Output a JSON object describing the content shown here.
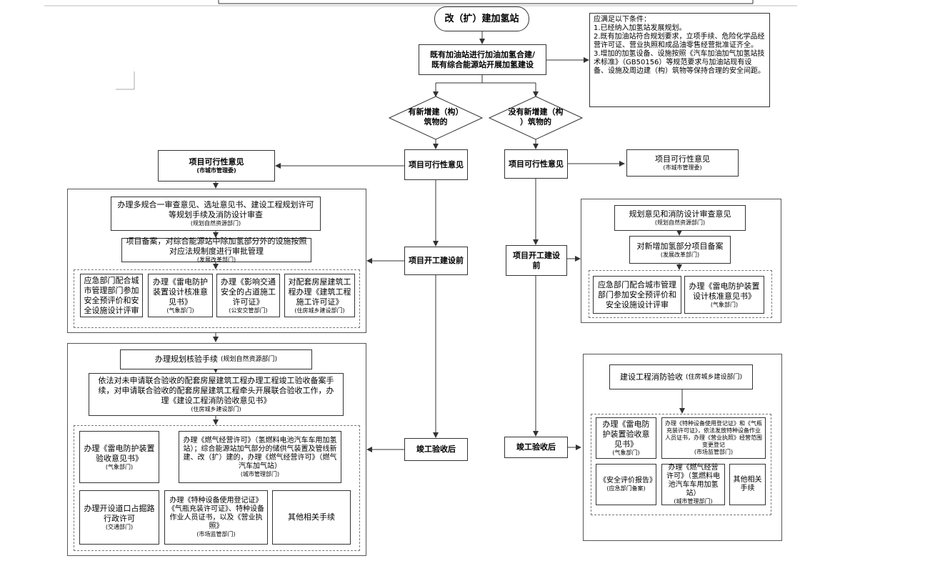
{
  "start": "改（扩）建加氢站",
  "merge_box": {
    "line1": "既有加油站进行加油加氢合建/",
    "line2": "既有综合能源站开展加氢建设"
  },
  "conditions": {
    "title": "应满足以下条件：",
    "c1": "1.已经纳入加氢站发展规划。",
    "c2": "2.既有加油站符合规划要求，立项手续、危险化学品经营许可证、营业执照和成品油零售经营批准证齐全。",
    "c3": "3.增加的加氢设备、设施按照《汽车加油加气加氢站技术标准》（GB50156）等规范要求与加油站现有设备、设施及周边建（构）筑物等保持合理的安全间距。"
  },
  "decision_left": {
    "l1": "有新增建（构）",
    "l2": "筑物的"
  },
  "decision_right": {
    "l1": "没有新增建（构",
    "l2": "）筑物的"
  },
  "left_col": {
    "feasibility": "项目可行性意见",
    "before_construction": "项目开工建设前",
    "after_completion": "竣工验收后"
  },
  "right_col": {
    "feasibility": "项目可行性意见",
    "before_construction": "项目开工建设前",
    "after_completion": "竣工验收后"
  },
  "left_feasibility_opinion": {
    "title": "项目可行性意见",
    "dept": "(市城市管理委)"
  },
  "right_feasibility_opinion": {
    "title": "项目可行性意见",
    "dept": "(市城市管理委)"
  },
  "left_pre": {
    "box1": {
      "l1": "办理多规合一审查意见、选址意见书、建设工程规划许可",
      "l2": "等规划手续及消防设计审查",
      "dept": "(规划自然资源部门)"
    },
    "box2": {
      "l1": "项目备案，对综合能源站中除加氢部分外的设施按照",
      "l2": "对应法规制度进行审批管理",
      "dept": "(发展改革部门)"
    },
    "sub1": {
      "text": "应急部门配合城市管理部门参加安全预评价和安全设施设计评审"
    },
    "sub2": {
      "text": "办理《雷电防护装置设计核准意见书》",
      "dept": "(气象部门)"
    },
    "sub3": {
      "text": "办理《影响交通安全的占道施工许可证》",
      "dept": "(公安交管部门)"
    },
    "sub4": {
      "text": "对配套房屋建筑工程办理《建筑工程施工许可证》",
      "dept": "(住房城乡建设部门)"
    }
  },
  "left_post": {
    "box1": {
      "text": "办理规划核验手续",
      "dept": "(规划自然资源部门)"
    },
    "box2": {
      "text": "依法对未申请联合验收的配套房屋建筑工程办理工程竣工验收备案手续，对申请联合验收的配套房屋建筑工程牵头开展联合验收工作，办理《建设工程消防验收意见书》",
      "dept": "(住房城乡建设部门)"
    },
    "sub1": {
      "text": "办理《雷电防护装置验收意见书》",
      "dept": "(气象部门)"
    },
    "sub2": {
      "text": "办理《燃气经营许可》（氢燃料电池汽车车用加氢站）；综合能源站加气部分的储供气装置及管线新建、改（扩）建的，办理《燃气经营许可》（燃气汽车加气站）",
      "dept": "(城市管理部门)"
    },
    "sub3": {
      "text": "办理开设道口占掘路行政许可",
      "dept": "(交通部门)"
    },
    "sub4": {
      "text": "办理《特种设备使用登记证》《气瓶充装许可证》、特种设备作业人员证书，以及《营业执照》",
      "dept": "(市场监管部门)"
    },
    "sub5": {
      "text": "其他相关手续"
    }
  },
  "right_pre": {
    "box1": {
      "text": "规划意见和消防设计审查意见",
      "dept": "(规划自然资源部门)"
    },
    "box2": {
      "text": "对新增加氢部分项目备案",
      "dept": "(发展改革部门)"
    },
    "sub1": {
      "text": "应急部门配合城市管理部门参加安全预评价和安全设施设计评审"
    },
    "sub2": {
      "text": "办理《雷电防护装置设计核准意见书》",
      "dept": "(气象部门)"
    }
  },
  "right_post": {
    "box1": {
      "text": "建设工程消防验收",
      "dept": "(住房城乡建设部门)"
    },
    "sub1": {
      "text": "办理《雷电防护装置验收意见书》",
      "dept": "(气象部门)"
    },
    "sub2": {
      "text": "办理《特种设备使用登记证》和《气瓶充装许可证》，依法发放特种设备作业人员证书，办理《营业执照》经营范围变更登记",
      "dept": "(市场监管部门)"
    },
    "sub3": {
      "text": "《安全评价报告》",
      "dept": "(应急部门备案)"
    },
    "sub4": {
      "text": "办理《燃气经营许可》（氢燃料电池汽车车用加氢站）",
      "dept": "(城市管理部门)"
    },
    "sub5": {
      "text": "其他相关手续"
    }
  }
}
